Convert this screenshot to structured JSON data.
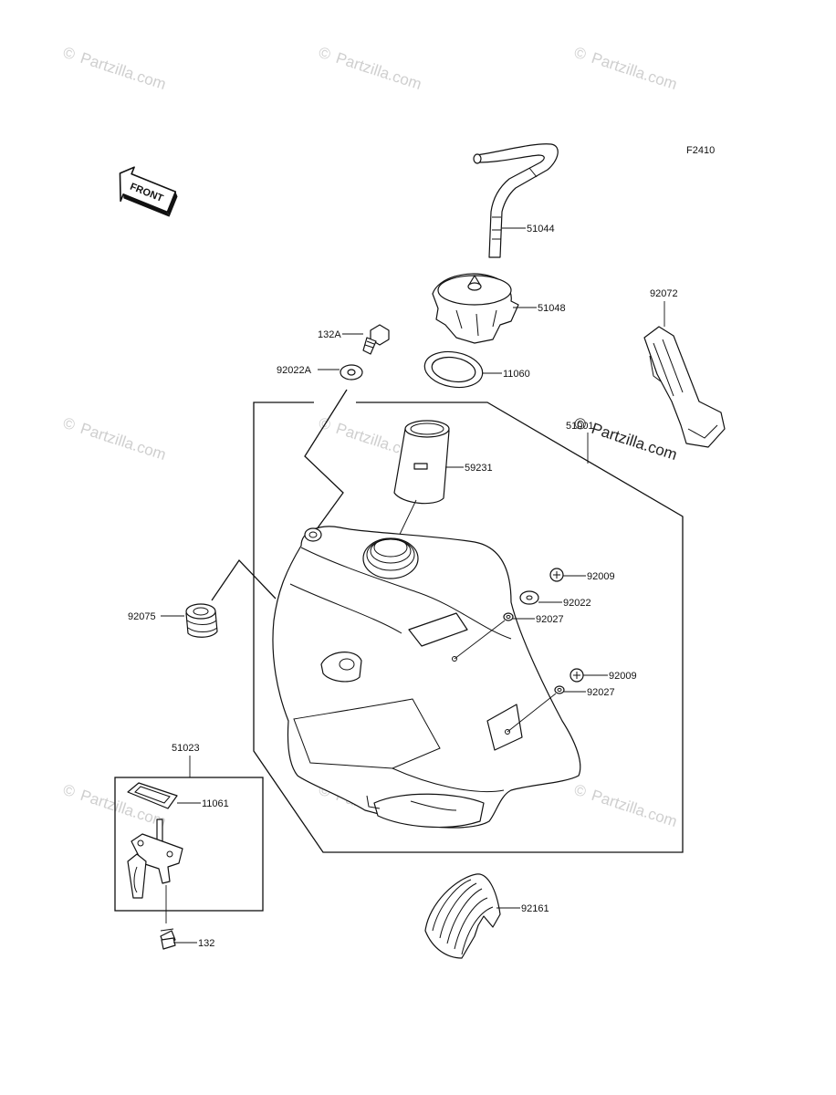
{
  "figure_code": "F2410",
  "front_label": "FRONT",
  "copyright_symbol": "©",
  "watermark_text": "Partzilla.com",
  "dark_watermark_text": "Partzilla.com",
  "callouts": {
    "p51044": "51044",
    "p51048": "51048",
    "p92072": "92072",
    "p132a": "132A",
    "p92022a": "92022A",
    "p11060": "11060",
    "p5100x": "51001",
    "p59231": "59231",
    "p92009a": "92009",
    "p92022": "92022",
    "p92027a": "92027",
    "p92075": "92075",
    "p92009b": "92009",
    "p92027b": "92027",
    "p51023": "51023",
    "p11061": "11061",
    "p92161": "92161",
    "p132": "132"
  }
}
